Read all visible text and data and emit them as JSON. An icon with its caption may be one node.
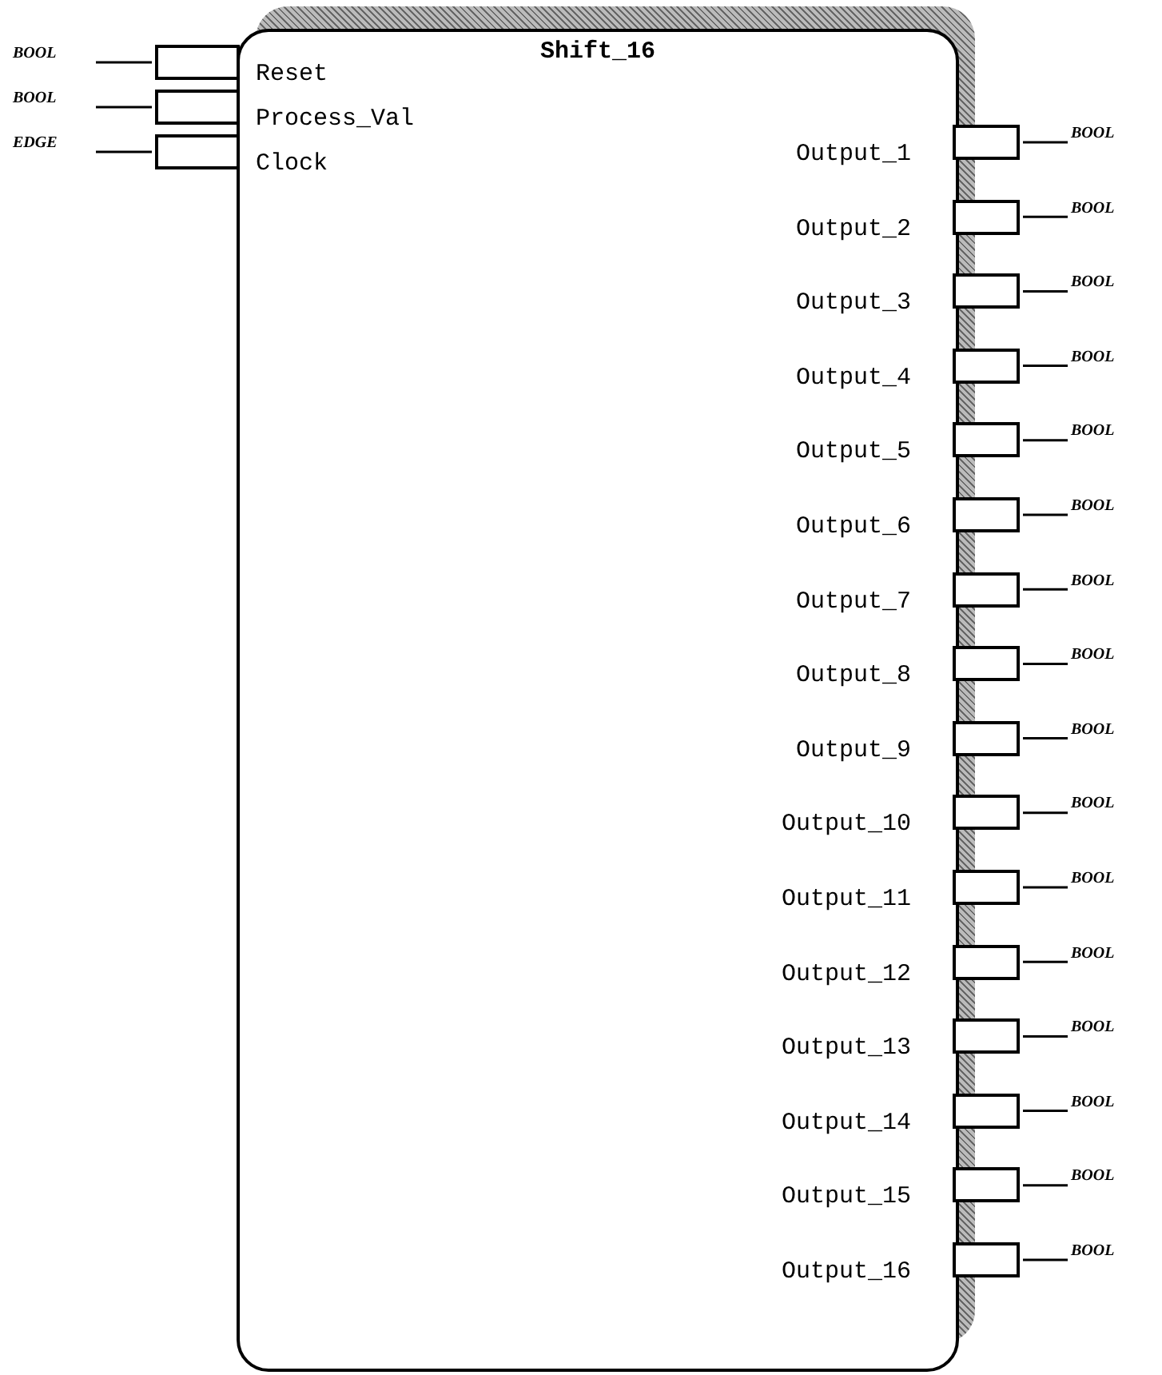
{
  "diagram": {
    "nodes": [
      {
        "text": [
          "Shift_16"
        ]
      },
      {
        "text": [
          "BOOL"
        ]
      },
      {
        "text": [],
        "shape": "box"
      },
      {
        "text": [
          "BOOL"
        ]
      },
      {
        "text": [],
        "shape": "box"
      },
      {
        "text": [
          "EDGE"
        ]
      },
      {
        "text": [],
        "shape": "box"
      },
      {
        "text": [],
        "shape": "box"
      },
      {
        "text": [
          "BOOL"
        ]
      },
      {
        "text": [],
        "shape": "box"
      },
      {
        "text": [
          "BOOL"
        ]
      },
      {
        "text": [],
        "shape": "box"
      },
      {
        "text": [
          "BOOL"
        ]
      },
      {
        "text": [],
        "shape": "box"
      },
      {
        "text": [
          "BOOL"
        ]
      },
      {
        "text": [],
        "shape": "box"
      },
      {
        "text": [
          "BOOL"
        ]
      },
      {
        "text": [],
        "shape": "box"
      },
      {
        "text": [
          "BOOL"
        ]
      },
      {
        "text": [],
        "shape": "box"
      },
      {
        "text": [
          "BOOL"
        ]
      },
      {
        "text": [],
        "shape": "box"
      },
      {
        "text": [
          "BOOL"
        ]
      },
      {
        "text": [],
        "shape": "box"
      },
      {
        "text": [
          "BOOL"
        ]
      },
      {
        "text": [],
        "shape": "box"
      },
      {
        "text": [
          "BOOL"
        ]
      },
      {
        "text": [],
        "shape": "box"
      },
      {
        "text": [
          "BOOL"
        ]
      },
      {
        "text": [],
        "shape": "box"
      },
      {
        "text": [
          "BOOL"
        ]
      },
      {
        "text": [],
        "shape": "box"
      },
      {
        "text": [
          "BOOL"
        ]
      },
      {
        "text": [],
        "shape": "box"
      },
      {
        "text": [
          "BOOL"
        ]
      },
      {
        "text": [],
        "shape": "box"
      },
      {
        "text": [
          "BOOL"
        ]
      },
      {
        "text": [],
        "shape": "box"
      },
      {
        "text": [
          "BOOL"
        ]
      }
    ],
    "edges": [
      {
        "from": 1,
        "to": 2,
        "arrow": "none"
      },
      {
        "from": 3,
        "to": 4,
        "arrow": "none"
      },
      {
        "from": 5,
        "to": 6,
        "arrow": "none"
      },
      {
        "from": 7,
        "to": 8,
        "arrow": "none"
      },
      {
        "from": 9,
        "to": 10,
        "arrow": "none"
      },
      {
        "from": 11,
        "to": 12,
        "arrow": "none"
      },
      {
        "from": 13,
        "to": 14,
        "arrow": "none"
      },
      {
        "from": 15,
        "to": 16,
        "arrow": "none"
      },
      {
        "from": 17,
        "to": 18,
        "arrow": "none"
      },
      {
        "from": 19,
        "to": 20,
        "arrow": "none"
      },
      {
        "from": 21,
        "to": 22,
        "arrow": "none"
      },
      {
        "from": 23,
        "to": 24,
        "arrow": "none"
      },
      {
        "from": 25,
        "to": 26,
        "arrow": "none"
      },
      {
        "from": 27,
        "to": 28,
        "arrow": "none"
      },
      {
        "from": 29,
        "to": 30,
        "arrow": "none"
      },
      {
        "from": 31,
        "to": 32,
        "arrow": "none"
      },
      {
        "from": 33,
        "to": 34,
        "arrow": "none"
      },
      {
        "from": 35,
        "to": 36,
        "arrow": "none"
      },
      {
        "from": 37,
        "to": 38,
        "arrow": "none"
      }
    ],
    "labels": [
      "Reset",
      "Process_Val",
      "Clock",
      "Output_1",
      "Output_2",
      "Output_3",
      "Output_4",
      "Output_5",
      "Output_6",
      "Output_7",
      "Output_8",
      "Output_9",
      "Output_10",
      "Output_11",
      "Output_12",
      "Output_13",
      "Output_14",
      "Output_15",
      "Output_16"
    ]
  }
}
